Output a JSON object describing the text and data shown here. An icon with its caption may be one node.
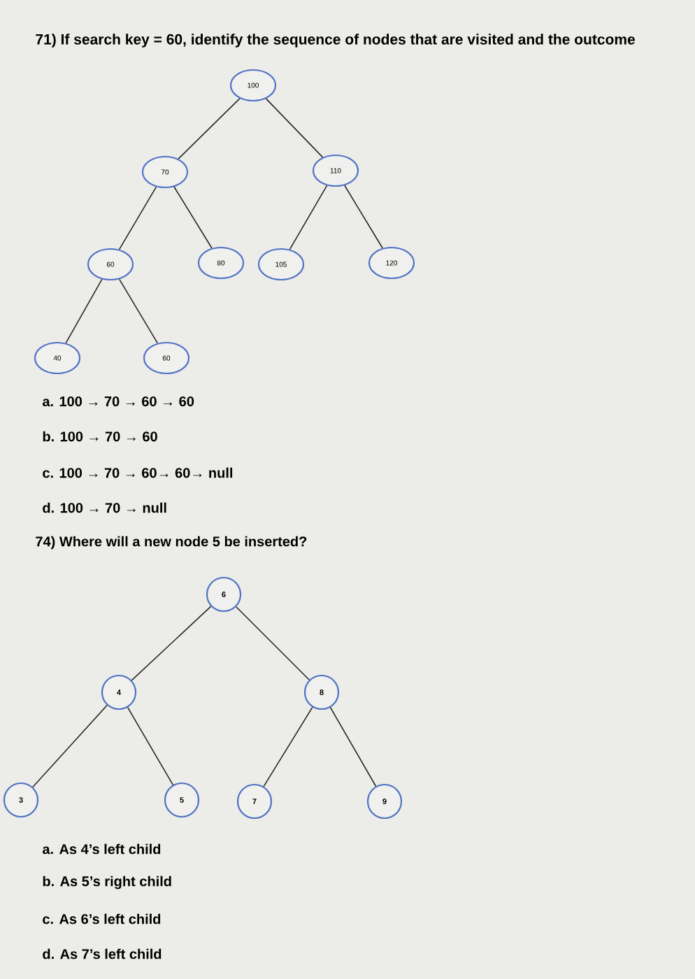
{
  "diagram": {
    "title": "71) If search key = 60, identify the sequence of nodes that are visited and the outcome",
    "nodes": [
      {
        "text": [
          "100"
        ]
      },
      {
        "text": [
          "70"
        ]
      },
      {
        "text": [
          "110"
        ]
      },
      {
        "text": [
          "60"
        ]
      },
      {
        "text": [
          "80"
        ]
      },
      {
        "text": [
          "105"
        ]
      },
      {
        "text": [
          "120"
        ]
      },
      {
        "text": [
          "40"
        ]
      },
      {
        "text": [
          "60"
        ]
      },
      {
        "text": [
          "6"
        ]
      },
      {
        "text": [
          "4"
        ]
      },
      {
        "text": [
          "8"
        ]
      },
      {
        "text": [
          "3"
        ]
      },
      {
        "text": [
          "5"
        ]
      },
      {
        "text": [
          "7"
        ]
      },
      {
        "text": [
          "9"
        ]
      }
    ],
    "edges": [
      {
        "from": 0,
        "to": 1,
        "arrow": "none"
      },
      {
        "from": 0,
        "to": 2,
        "arrow": "none"
      },
      {
        "from": 1,
        "to": 3,
        "arrow": "none"
      },
      {
        "from": 1,
        "to": 4,
        "arrow": "none"
      },
      {
        "from": 2,
        "to": 5,
        "arrow": "none"
      },
      {
        "from": 2,
        "to": 6,
        "arrow": "none"
      },
      {
        "from": 3,
        "to": 7,
        "arrow": "none"
      },
      {
        "from": 3,
        "to": 8,
        "arrow": "none"
      },
      {
        "from": 9,
        "to": 10,
        "arrow": "none"
      },
      {
        "from": 9,
        "to": 11,
        "arrow": "none"
      },
      {
        "from": 10,
        "to": 12,
        "arrow": "none"
      },
      {
        "from": 10,
        "to": 13,
        "arrow": "none"
      },
      {
        "from": 11,
        "to": 14,
        "arrow": "none"
      },
      {
        "from": 11,
        "to": 15,
        "arrow": "none"
      }
    ],
    "labels": [
      "a. 100 → 70 → 60 → 60",
      "b. 100 → 70 → 60",
      "c. 100 → 70 → 60→ 60→ null",
      "d. 100 → 70 → null",
      "74) Where will a new node 5 be inserted?",
      "a. As 4’s left child",
      "b. As 5’s right child",
      "c. As 6’s left child",
      "d. As 7’s left child"
    ]
  }
}
